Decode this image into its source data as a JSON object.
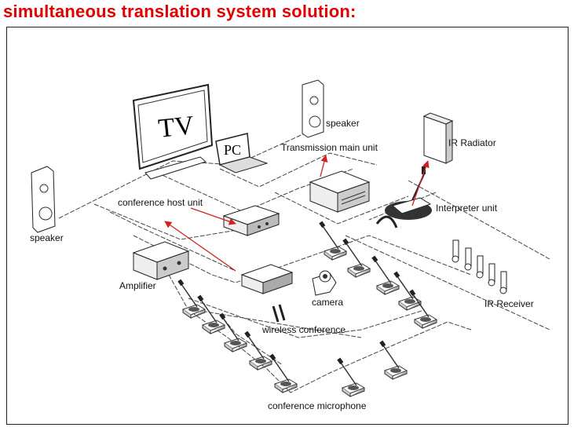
{
  "title": "simultaneous translation system solution:",
  "labels": {
    "tv": "TV",
    "pc": "PC",
    "speaker_right": "speaker",
    "speaker_left": "speaker",
    "transmission_main_unit": "Transmission main unit",
    "ir_radiator": "IR Radiator",
    "conference_host_unit": "conference host unit",
    "interpreter_unit": "Interpreter unit",
    "amplifier": "Amplifier",
    "camera": "camera",
    "ir_receiver": "IR Receiver",
    "wireless_conference": "wireless conference",
    "conference_microphone": "conference microphone"
  },
  "colors": {
    "title": "#e00000",
    "arrow": "#d02020",
    "line": "#333333"
  }
}
